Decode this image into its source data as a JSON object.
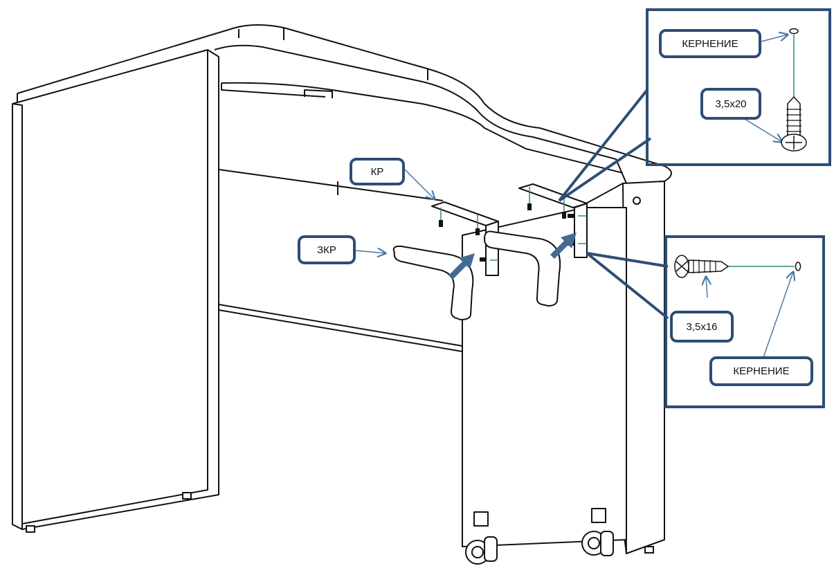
{
  "labels": {
    "kp": "КР",
    "zkp": "ЗКР",
    "kernenie_top": "КЕРНЕНИЕ",
    "screw_top": "3,5х20",
    "screw_bottom": "3,5х16",
    "kernenie_bottom": "КЕРНЕНИЕ"
  },
  "colors": {
    "frame": "#2d4d73",
    "arrow": "#4a77a8",
    "big_arrow": "#456a96",
    "line": "#111111",
    "screw_line": "#2a8a78"
  },
  "icons": [
    "screw-icon",
    "hole-mark-icon",
    "bracket-icon",
    "caster-wheel-icon"
  ]
}
